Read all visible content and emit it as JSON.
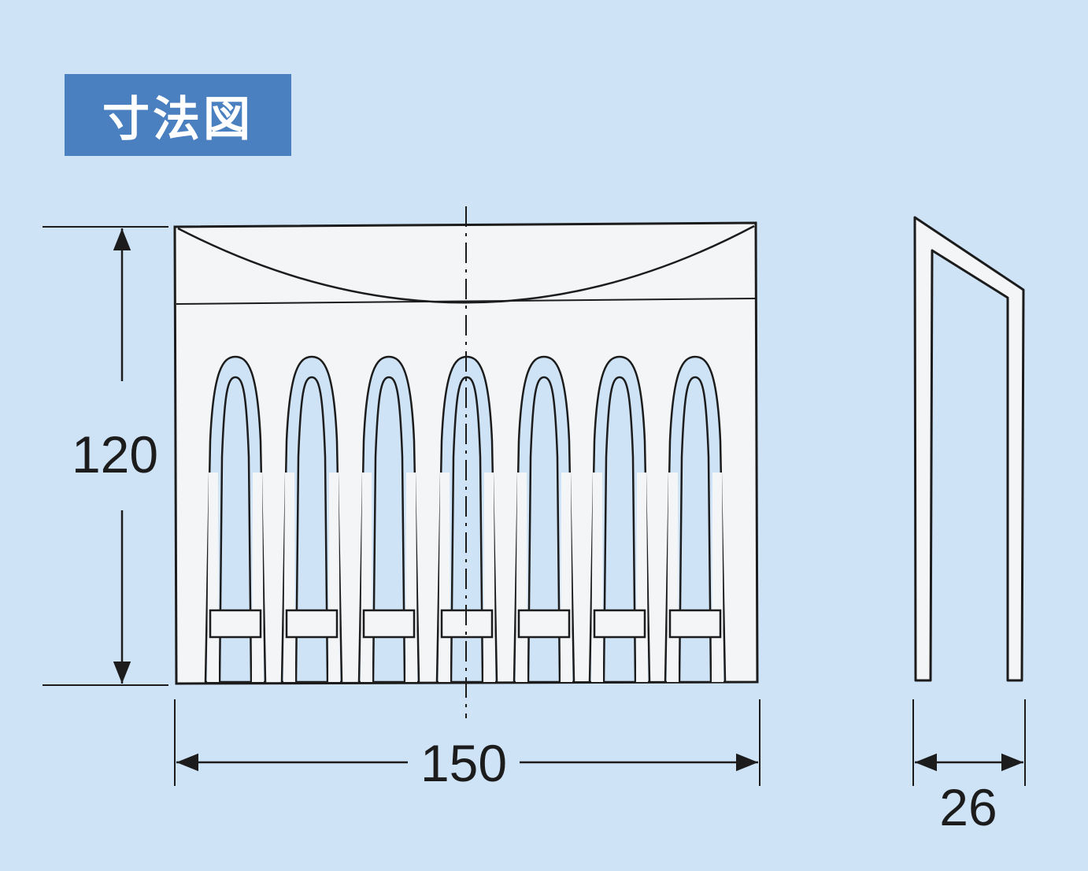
{
  "title": "寸法図",
  "dimensions": {
    "height": "120",
    "width": "150",
    "depth": "26"
  },
  "colors": {
    "background": "#cfe3f7",
    "title_badge": "#4a7fc0",
    "line": "#1c1c1c",
    "part_fill": "#f4f5f7"
  }
}
